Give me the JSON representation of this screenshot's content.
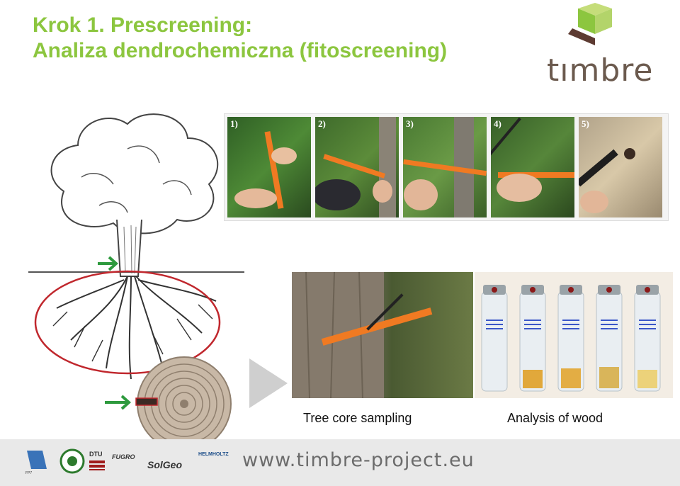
{
  "slide": {
    "title_line1": "Krok 1. Prescreening:",
    "title_line2": "Analiza dendrochemiczna (fitoscreening)"
  },
  "logo": {
    "text": "tımbre",
    "icon": "timbre-cube-logo"
  },
  "sampling_steps": [
    "1)",
    "2)",
    "3)",
    "4)",
    "5)"
  ],
  "captions": {
    "tree_core": "Tree core sampling",
    "wood_analysis": "Analysis of wood"
  },
  "footer": {
    "url": "www.timbre-project.eu",
    "partners": [
      "DTU",
      "FUGRO",
      "SolGeo",
      "HELMHOLTZ"
    ]
  },
  "colors": {
    "title": "#8cc63f",
    "arrow": "#2e9a3e",
    "root_circle": "#c0272d",
    "footer_bg": "#e9e9e9"
  }
}
